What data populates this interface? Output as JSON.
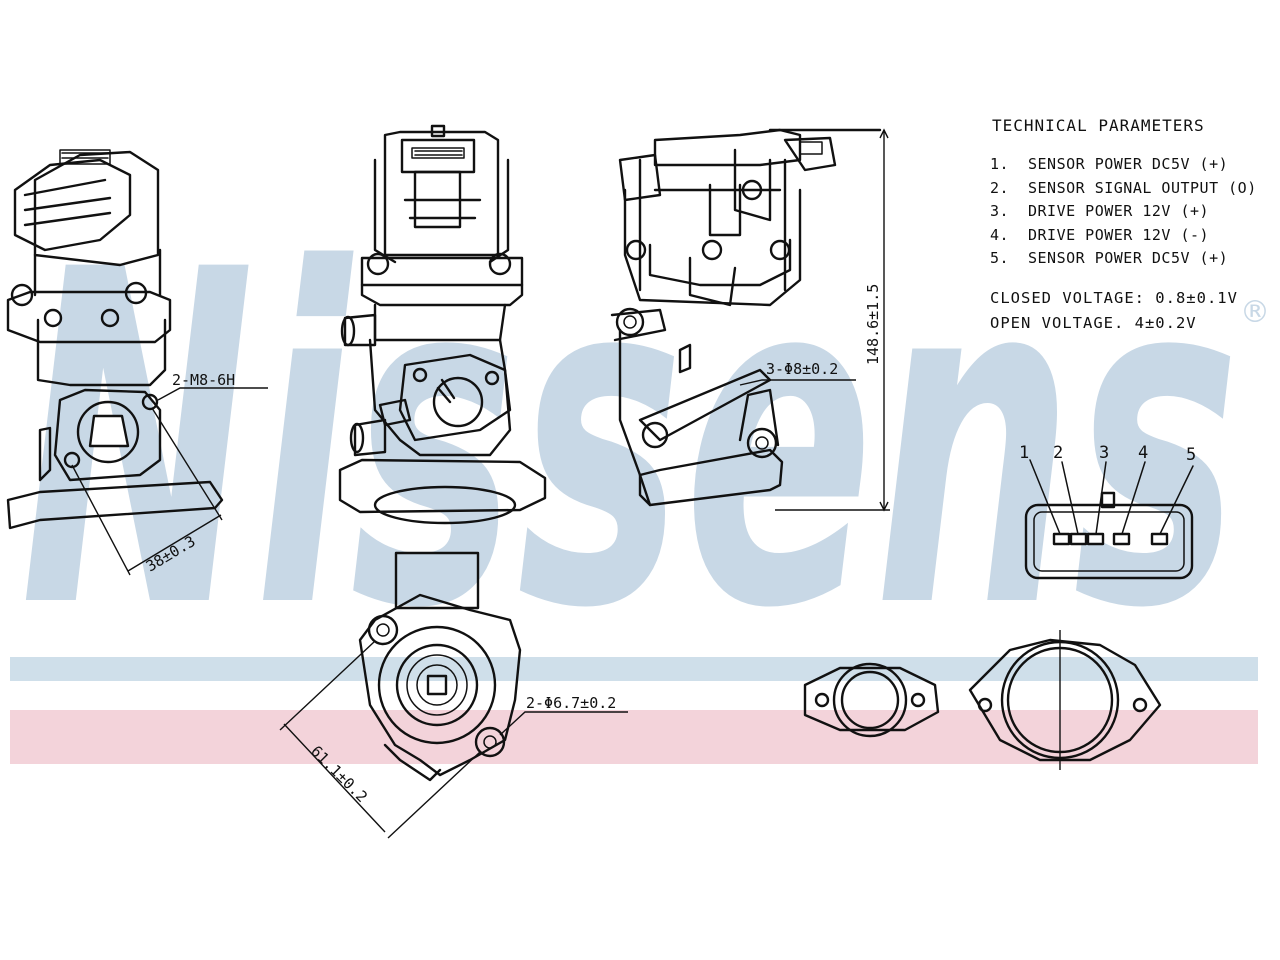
{
  "brand": {
    "watermark_text": "Nissens",
    "registered_mark": "®",
    "watermark_color": "#c8d8e6",
    "band_blue": "#cfdfea",
    "band_pink": "#f3d3da"
  },
  "technical_parameters": {
    "title": "TECHNICAL  PARAMETERS",
    "pins": [
      {
        "num": "1.",
        "desc": "SENSOR POWER DC5V (+)"
      },
      {
        "num": "2.",
        "desc": "SENSOR SIGNAL OUTPUT (O)"
      },
      {
        "num": "3.",
        "desc": "DRIVE POWER 12V (+)"
      },
      {
        "num": "4.",
        "desc": "DRIVE POWER 12V (-)"
      },
      {
        "num": "5.",
        "desc": "SENSOR POWER DC5V (+)"
      }
    ],
    "closed_voltage": "CLOSED VOLTAGE: 0.8±0.1V",
    "open_voltage": "OPEN VOLTAGE. 4±0.2V"
  },
  "connector": {
    "pin_labels": [
      "1",
      "2",
      "3",
      "4",
      "5"
    ]
  },
  "dimensions": {
    "thread": "2-M8-6H",
    "bolt_spacing": "38±0.3",
    "height": "148.6±1.5",
    "hole_3": "3-Φ8±0.2",
    "hole_2": "2-Φ6.7±0.2",
    "flange_spacing": "61.1±0.2"
  }
}
